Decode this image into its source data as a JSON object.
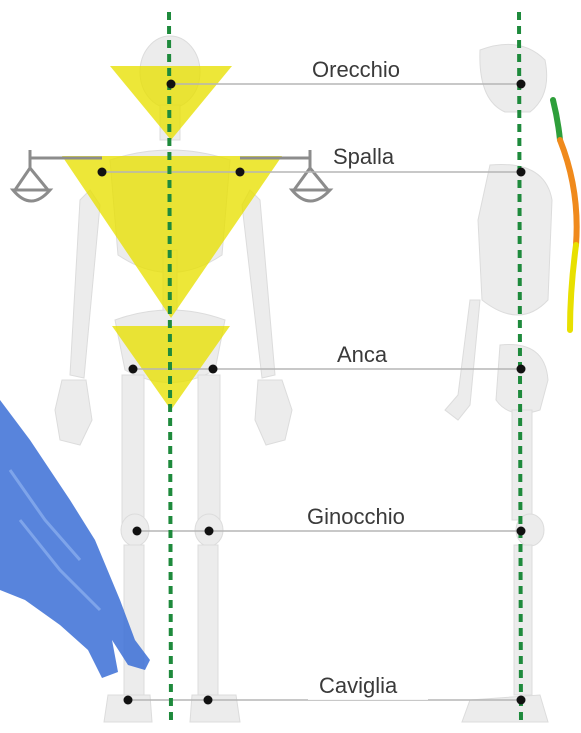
{
  "labels": {
    "ear": "Orecchio",
    "shoulder": "Spalla",
    "hip": "Anca",
    "knee": "Ginocchio",
    "ankle": "Caviglia"
  },
  "colors": {
    "plumb_line": "#1e8a3c",
    "reference_line": "#b5b5b5",
    "triangle": "#e8e000",
    "skeleton": "#e6e6e6",
    "spine_cervical": "#2e9e3a",
    "spine_thoracic": "#f08a1c",
    "spine_lumbar": "#e8e000",
    "hand_blue": "#3b6fd6",
    "dot": "#111111"
  },
  "icons": [
    "balance-scale-left-icon",
    "balance-scale-right-icon",
    "hand-icon"
  ]
}
